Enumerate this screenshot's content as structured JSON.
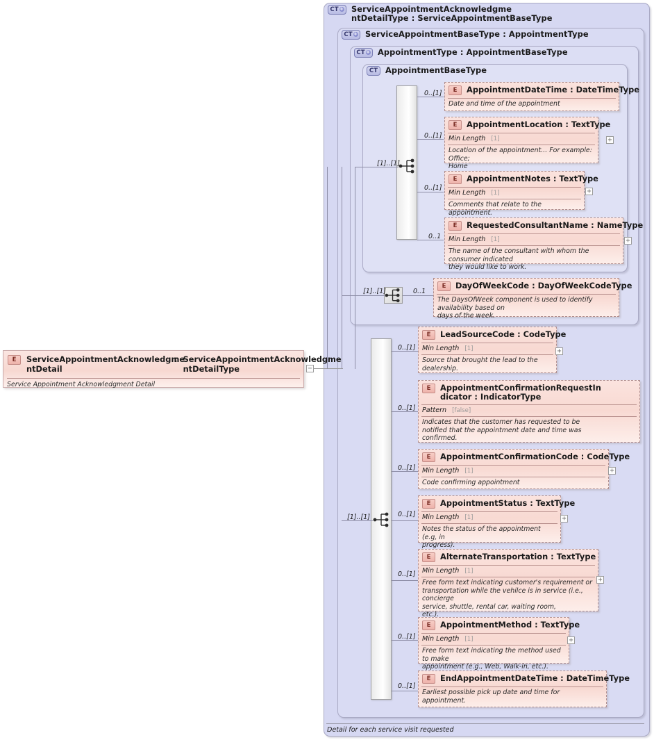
{
  "diagram": {
    "title": "XSD Schema Diagram - ServiceAppointmentAcknowledgmentDetail",
    "caption": "Detail for each service visit requested"
  },
  "root_element": {
    "icon": "element-icon",
    "icon_label": "E",
    "name": "ServiceAppointmentAcknowledgme\nntDetail",
    "separator": ":",
    "type": "ServiceAppointmentAcknowledgme\nntDetailType",
    "description": "Service Appointment Acknowledgment Detail",
    "toggle": "−"
  },
  "groups": [
    {
      "icon_label": "CT",
      "has_plus": true,
      "name": "ServiceAppointmentAcknowledgme\nntDetailType",
      "separator": ":",
      "type": "ServiceAppointmentBaseType"
    },
    {
      "icon_label": "CT",
      "has_plus": true,
      "name": "ServiceAppointmentBaseType",
      "separator": ":",
      "type": "AppointmentType"
    },
    {
      "icon_label": "CT",
      "has_plus": true,
      "name": "AppointmentType",
      "separator": ":",
      "type": "AppointmentBaseType"
    },
    {
      "icon_label": "CT",
      "has_plus": false,
      "name": "AppointmentBaseType",
      "separator": "",
      "type": ""
    }
  ],
  "sequences": [
    {
      "cardinality": "[1]..[1]"
    },
    {
      "cardinality": "[1]..[1]"
    },
    {
      "cardinality": "[1]..[1]"
    }
  ],
  "facet_labels": {
    "min_length": "Min Length",
    "pattern": "Pattern"
  },
  "elements": [
    {
      "icon_label": "E",
      "name": "AppointmentDateTime",
      "separator": ":",
      "type": "DateTimeType",
      "cardinality": "0..[1]",
      "facet": null,
      "facet_value": null,
      "description": "Date and time of the appointment",
      "toggle": null
    },
    {
      "icon_label": "E",
      "name": "AppointmentLocation",
      "separator": ":",
      "type": "TextType",
      "cardinality": "0..[1]",
      "facet": "Min Length",
      "facet_value": "[1]",
      "description": "Location of the appointment... For example: Office;\nHome",
      "toggle": "+"
    },
    {
      "icon_label": "E",
      "name": "AppointmentNotes",
      "separator": ":",
      "type": "TextType",
      "cardinality": "0..[1]",
      "facet": "Min Length",
      "facet_value": "[1]",
      "description": "Comments that relate to the appointment.",
      "toggle": "+"
    },
    {
      "icon_label": "E",
      "name": "RequestedConsultantName",
      "separator": ":",
      "type": "NameType",
      "cardinality": "0..1",
      "facet": "Min Length",
      "facet_value": "[1]",
      "description": "The name of the consultant with whom the consumer indicated\nthey would like to work.",
      "toggle": "+"
    },
    {
      "icon_label": "E",
      "name": "DayOfWeekCode",
      "separator": ":",
      "type": "DayOfWeekCodeType",
      "cardinality": "0..1",
      "facet": null,
      "facet_value": null,
      "description": "The DaysOfWeek component is used to identify availability based on\ndays of the week.",
      "toggle": null
    },
    {
      "icon_label": "E",
      "name": "LeadSourceCode",
      "separator": ":",
      "type": "CodeType",
      "cardinality": "0..[1]",
      "facet": "Min Length",
      "facet_value": "[1]",
      "description": "Source that brought the lead to the\ndealership.",
      "toggle": "+"
    },
    {
      "icon_label": "E",
      "name": "AppointmentConfirmationRequestIn\ndicator",
      "separator": ":",
      "type": "IndicatorType",
      "cardinality": "0..[1]",
      "facet": "Pattern",
      "facet_value": "[false]",
      "description": "Indicates that the customer has requested to be\n    notified that the appointment date and time was\nconfirmed.",
      "toggle": null
    },
    {
      "icon_label": "E",
      "name": "AppointmentConfirmationCode",
      "separator": ":",
      "type": "CodeType",
      "cardinality": "0..[1]",
      "facet": "Min Length",
      "facet_value": "[1]",
      "description": "Code confirming appointment",
      "toggle": "+"
    },
    {
      "icon_label": "E",
      "name": "AppointmentStatus",
      "separator": ":",
      "type": "TextType",
      "cardinality": "0..[1]",
      "facet": "Min Length",
      "facet_value": "[1]",
      "description": "Notes the status of the appointment (e.g, in\nprogress).",
      "toggle": "+"
    },
    {
      "icon_label": "E",
      "name": "AlternateTransportation",
      "separator": ":",
      "type": "TextType",
      "cardinality": "0..[1]",
      "facet": "Min Length",
      "facet_value": "[1]",
      "description": "Free form text indicating customer's requirement or\n    transportation while the vehilce is in service (i.e., concierge\n    service, shuttle, rental car, waiting room,\netc.).",
      "toggle": "+"
    },
    {
      "icon_label": "E",
      "name": "AppointmentMethod",
      "separator": ":",
      "type": "TextType",
      "cardinality": "0..[1]",
      "facet": "Min Length",
      "facet_value": "[1]",
      "description": "Free form text indicating the method used to make\nappointment (e.g., Web, Walk-in, etc.).",
      "toggle": "+"
    },
    {
      "icon_label": "E",
      "name": "EndAppointmentDateTime",
      "separator": ":",
      "type": "DateTimeType",
      "cardinality": "0..[1]",
      "facet": null,
      "facet_value": null,
      "description": "Earliest possible pick up date and time for\nappointment.",
      "toggle": null
    }
  ],
  "colors": {
    "group_fill": "#d6d8f2",
    "group_border": "#a9a9c4",
    "element_fill": "#f8d9d2",
    "element_border": "#b08f8f",
    "line": "#8d8da6"
  }
}
